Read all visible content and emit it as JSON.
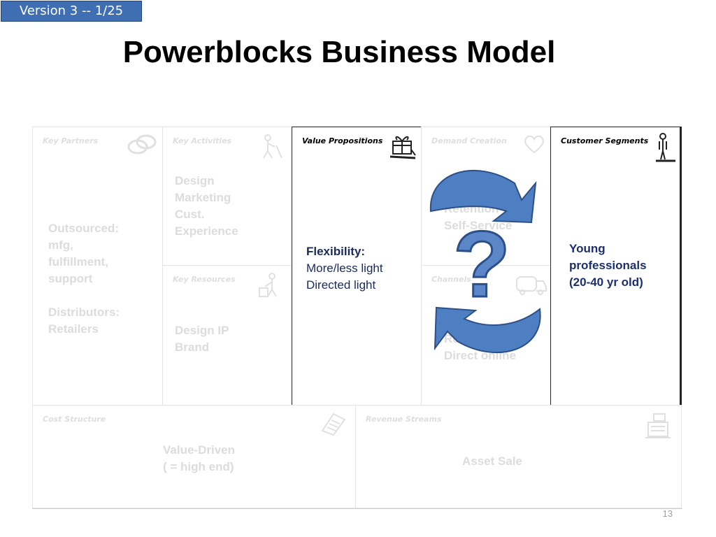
{
  "version_badge": "Version 3 -- 1/25",
  "title": "Powerblocks Business Model",
  "page_number": "13",
  "canvas": {
    "key_partners": {
      "heading": "Key Partners",
      "text": "Outsourced:\nmfg,\nfulfillment,\nsupport\n\nDistributors:\nRetailers",
      "icon": "chain-link-icon"
    },
    "key_activities": {
      "heading": "Key Activities",
      "text": "Design\nMarketing\nCust.\nExperience",
      "icon": "worker-icon"
    },
    "key_resources": {
      "heading": "Key Resources",
      "text": "Design IP\nBrand",
      "icon": "builder-icon"
    },
    "value_propositions": {
      "heading": "Value Propositions",
      "line1": "Flexibility:",
      "line2": "More/less light",
      "line3": "Directed light",
      "icon": "gift-icon"
    },
    "demand_creation": {
      "heading": "Demand Creation",
      "text": "Acquisition\nRetention\nSelf-Service",
      "icon": "heart-icon"
    },
    "channels": {
      "heading": "Channels",
      "text": "Retail\nDirect online",
      "icon": "truck-icon"
    },
    "customer_segments": {
      "heading": "Customer Segments",
      "text": "Young\nprofessionals\n(20-40 yr old)",
      "icon": "person-icon"
    },
    "cost_structure": {
      "heading": "Cost Structure",
      "text": "Value-Driven\n( = high end)",
      "icon": "receipt-icon"
    },
    "revenue_streams": {
      "heading": "Revenue Streams",
      "text": "Asset Sale",
      "icon": "cash-register-icon"
    }
  },
  "overlay": {
    "symbol": "?",
    "icon": "cycle-arrows-icon"
  },
  "colors": {
    "badge": "#3f6eb3",
    "arrow": "#4f7fc3",
    "arrow_stroke": "#2b4f86",
    "question": "#5b87c8",
    "segment_text": "#1c2f6e"
  }
}
